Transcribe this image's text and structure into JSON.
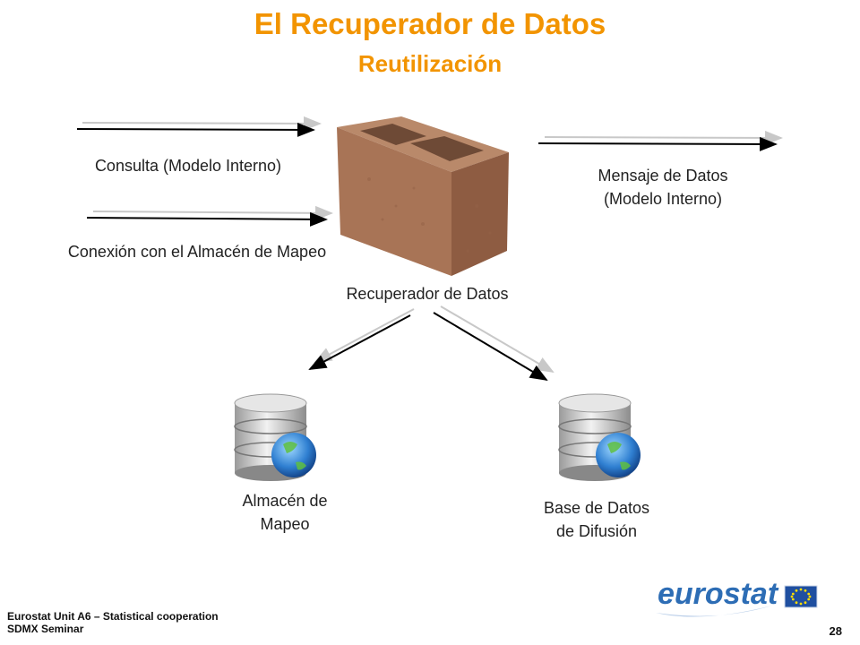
{
  "slide": {
    "title": "El Recuperador de Datos",
    "subtitle": "Reutilización",
    "page_number": "28"
  },
  "diagram": {
    "center_label": "Recuperador de Datos",
    "inputs": [
      {
        "label": "Consulta (Modelo Interno)"
      },
      {
        "label": "Conexión con el Almacén de Mapeo"
      }
    ],
    "output": {
      "label_line1": "Mensaje de Datos",
      "label_line2": "(Modelo Interno)"
    },
    "stores": [
      {
        "label_line1": "Almacén de",
        "label_line2": "Mapeo"
      },
      {
        "label_line1": "Base de Datos",
        "label_line2": "de Difusión"
      }
    ]
  },
  "footer": {
    "line1": "Eurostat Unit A6 – Statistical cooperation",
    "line2": "SDMX Seminar",
    "logo_text": "eurostat"
  },
  "colors": {
    "title": "#f29400",
    "logo_blue": "#2d6db5",
    "eu_flag": "#1f4fa0",
    "eu_stars": "#ffdd00"
  },
  "icons": {
    "brick": "cinder-block-icon",
    "database": "database-globe-icon"
  }
}
